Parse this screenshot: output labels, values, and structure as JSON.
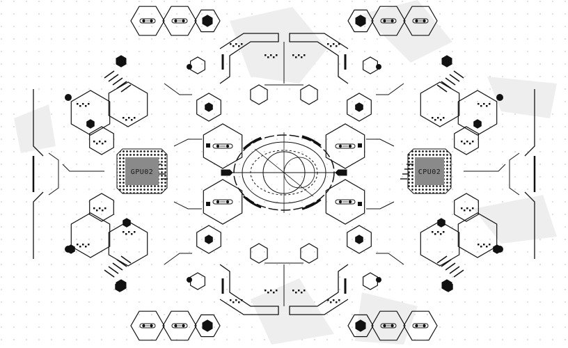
{
  "chips": {
    "left": {
      "label": "GPU02"
    },
    "right": {
      "label": "CPU02"
    }
  },
  "colors": {
    "ink": "#111111",
    "chip_fill": "#8a8a8a",
    "chip_core": "#6f6f6f",
    "grid_dot": "#c8c8c8",
    "ghost": "#ececec"
  },
  "icons": [
    "hexagon-icon",
    "circuit-trace",
    "target-reticle-icon",
    "chip-icon"
  ]
}
